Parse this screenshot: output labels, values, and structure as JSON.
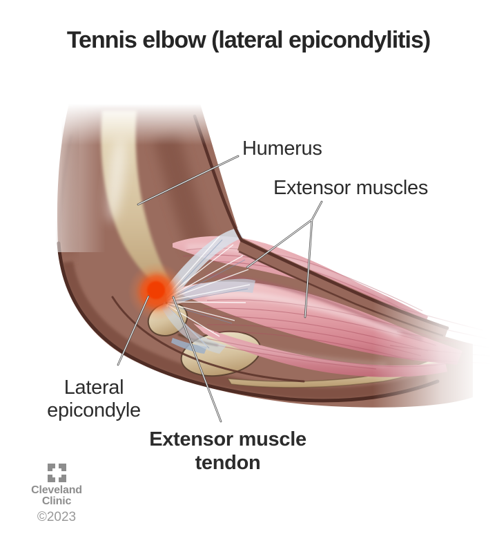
{
  "title": "Tennis elbow (lateral epicondylitis)",
  "labels": {
    "humerus": "Humerus",
    "extensor_muscles": "Extensor muscles",
    "lateral_epicondyle": "Lateral epicondyle",
    "extensor_muscle_tendon": "Extensor muscle tendon"
  },
  "footer": {
    "brand_line1": "Cleveland",
    "brand_line2": "Clinic",
    "copyright": "©2023"
  },
  "colors": {
    "background": "#ffffff",
    "title_text": "#262626",
    "label_text": "#2c2c2c",
    "skin": "#9a6c5e",
    "skin_dark": "#7c4e40",
    "skin_outline": "#59322a",
    "bone": "#d9c6a6",
    "muscle_pink": "#dd98a0",
    "muscle_highlight": "#f2c9cb",
    "tendon_blue": "#c5d0de",
    "inflammation_red": "#f2430b",
    "leader_line": "#4a4a4a",
    "footer_gray": "#8d8d8d"
  }
}
